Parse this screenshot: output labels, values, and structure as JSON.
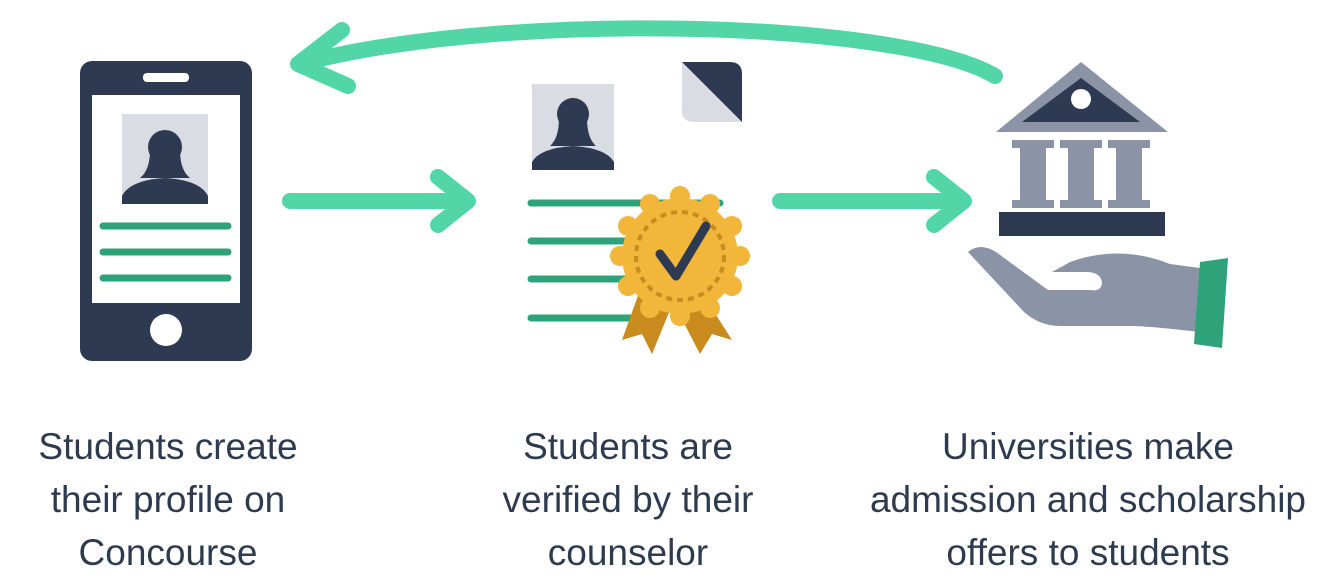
{
  "colors": {
    "navy": "#2e3a52",
    "mint": "#52d6a8",
    "green": "#2ea37a",
    "gray": "#8a94a6",
    "lightgray": "#d9dde3",
    "gold": "#f2b63a",
    "goldDark": "#c98a1e"
  },
  "steps": [
    {
      "icon": "phone-profile-icon",
      "lines": [
        "Students create",
        "their profile on",
        "Concourse"
      ]
    },
    {
      "icon": "verified-document-icon",
      "lines": [
        "Students are",
        "verified by their",
        "counselor"
      ]
    },
    {
      "icon": "university-offer-icon",
      "lines": [
        "Universities make",
        "admission and scholarship",
        "offers to students"
      ]
    }
  ]
}
